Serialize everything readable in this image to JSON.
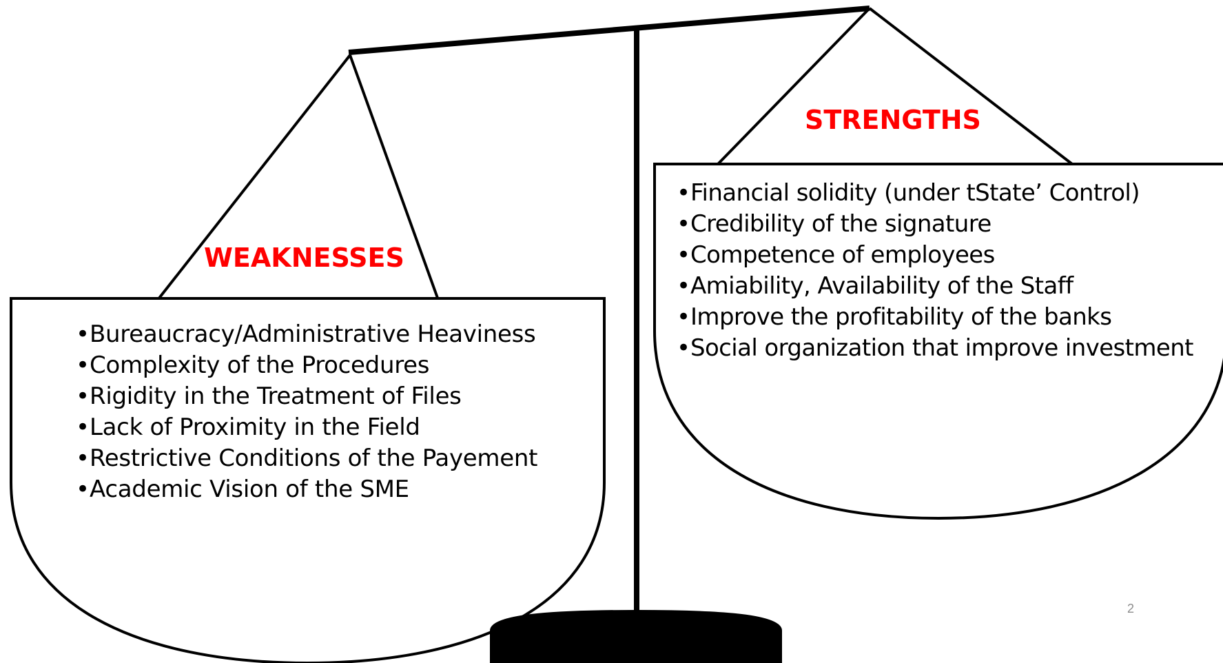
{
  "diagram": {
    "weaknesses": {
      "title": "WEAKNESSES",
      "items": [
        "Bureaucracy/Administrative Heaviness",
        "Complexity of the  Procedures",
        "Rigidity in the Treatment of Files",
        "Lack of Proximity in the Field",
        "Restrictive Conditions of the Payement",
        "Academic Vision of the SME"
      ]
    },
    "strengths": {
      "title": "STRENGTHS",
      "items": [
        "Financial solidity (under tState’ Control)",
        "Credibility of the signature",
        "Competence  of employees",
        "Amiability, Availability of the Staff",
        "Improve the profitability of the banks",
        "Social organization that improve investment"
      ]
    },
    "title_color": "#ff0000",
    "page_number": "2"
  }
}
